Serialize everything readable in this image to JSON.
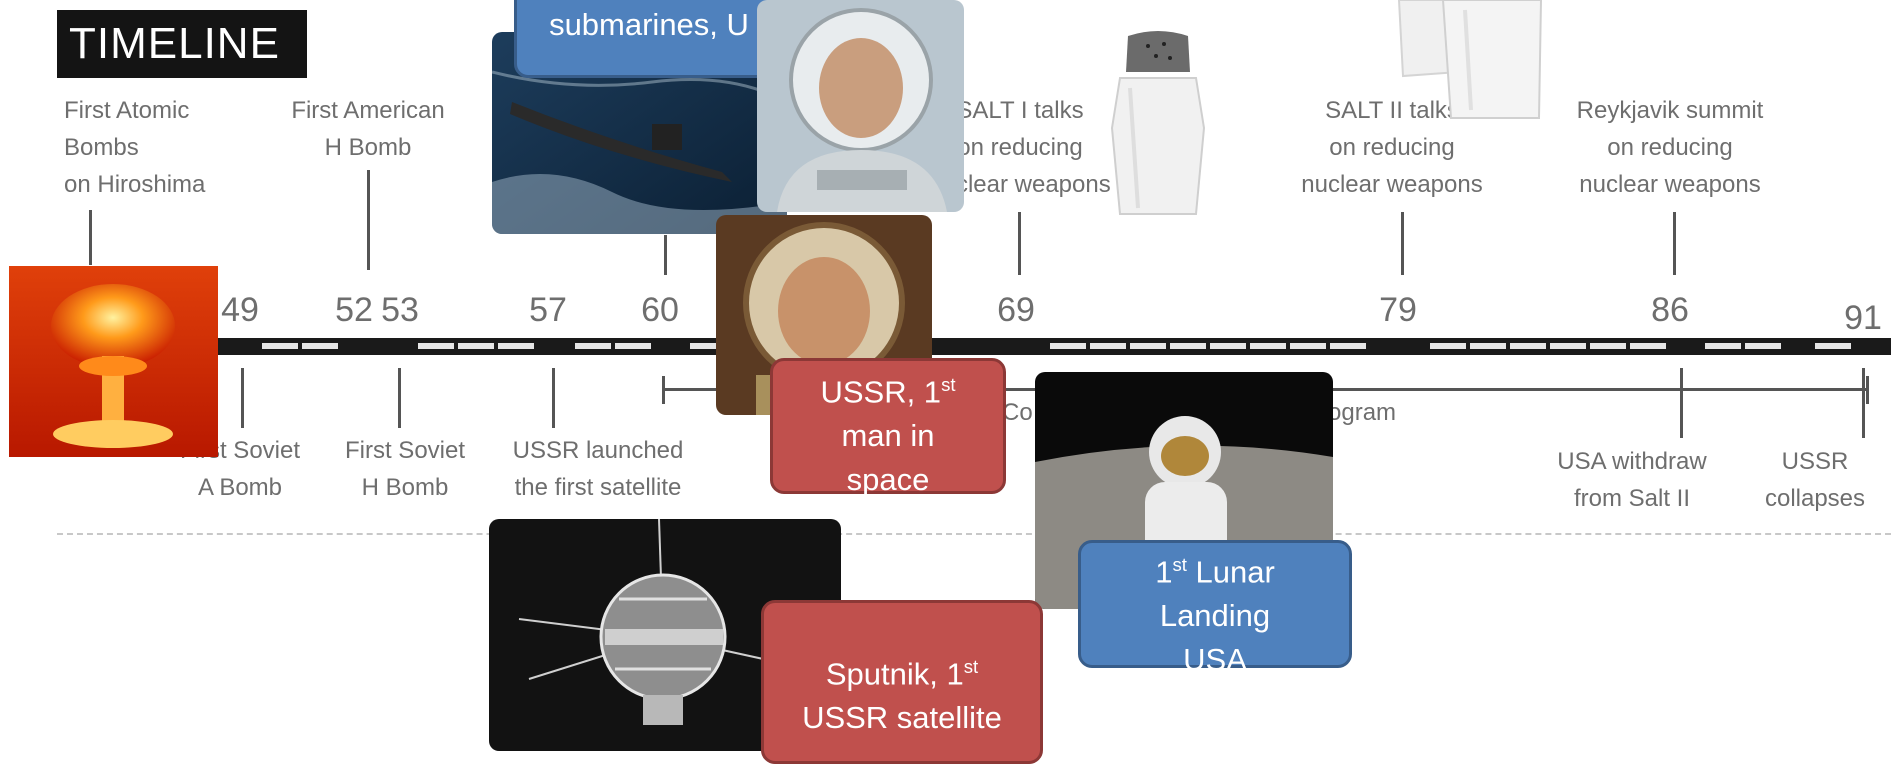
{
  "title": "TIMELINE",
  "top_labels": {
    "atomic": "First Atomic\nBombs\non Hiroshima",
    "american_h": "First American\nH Bomb",
    "salt1": "SALT I talks\non reducing\nnuclear weapons",
    "salt2": "SALT II talks\non reducing\nnuclear weapons",
    "reykjavik": "Reykjavik summit\non reducing\nnuclear weapons"
  },
  "years": {
    "y49": "49",
    "y52": "52",
    "y53": "53",
    "y57": "57",
    "y60": "60",
    "y69": "69",
    "y79": "79",
    "y86": "86",
    "y91": "91"
  },
  "bottom_labels": {
    "soviet_a": "First Soviet\nA Bomb",
    "soviet_h": "First Soviet\nH Bomb",
    "ussr_sat": "USSR launched\nthe first satellite",
    "program_frag": "Co",
    "program_frag2": "ogram",
    "usa_withdraw": "USA withdraw\nfrom Salt II",
    "ussr_collapse": "USSR\ncollapses"
  },
  "callouts": {
    "submarines": "submarines, U",
    "man_in_space_1": "USSR, 1",
    "man_in_space_sup": "st",
    "man_in_space_2": "man in",
    "man_in_space_3": "space",
    "lunar_1": "1",
    "lunar_sup": "st",
    "lunar_1b": " Lunar",
    "lunar_2": "Landing",
    "lunar_3": "USA",
    "sputnik_1": "Sputnik, 1",
    "sputnik_sup": "st",
    "sputnik_2": "USSR satellite"
  },
  "colors": {
    "red_callout": "#c0504d",
    "blue_callout": "#4f81bd",
    "axis": "#1a1a1a"
  }
}
